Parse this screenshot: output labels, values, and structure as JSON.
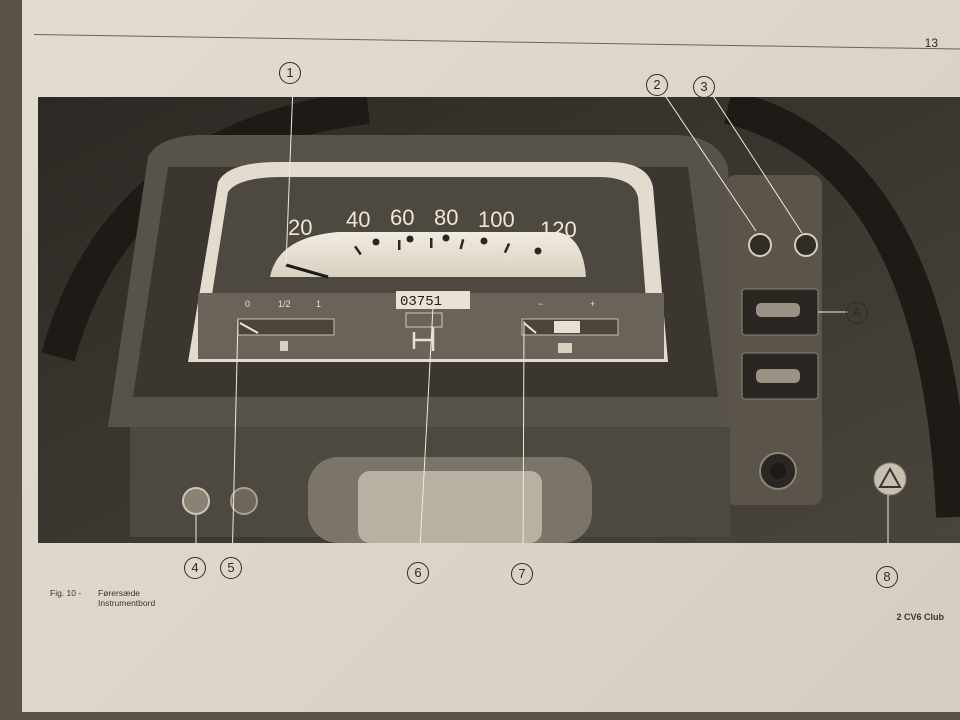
{
  "page": {
    "number": "13"
  },
  "figure": {
    "fig_label": "Fig. 10 -",
    "caption_line1": "Førersæde",
    "caption_line2": "Instrumentbord",
    "model": "2 CV6 Club"
  },
  "callouts": [
    "1",
    "2",
    "3",
    "A",
    "4",
    "5",
    "6",
    "7",
    "8"
  ],
  "speedometer": {
    "labels": [
      "20",
      "40",
      "60",
      "80",
      "100",
      "120"
    ],
    "odometer": "03751"
  },
  "fuel_gauge": {
    "marks": [
      "0",
      "1/2",
      "1"
    ]
  },
  "charge_gauge": {
    "marks": [
      "−",
      "+"
    ]
  }
}
